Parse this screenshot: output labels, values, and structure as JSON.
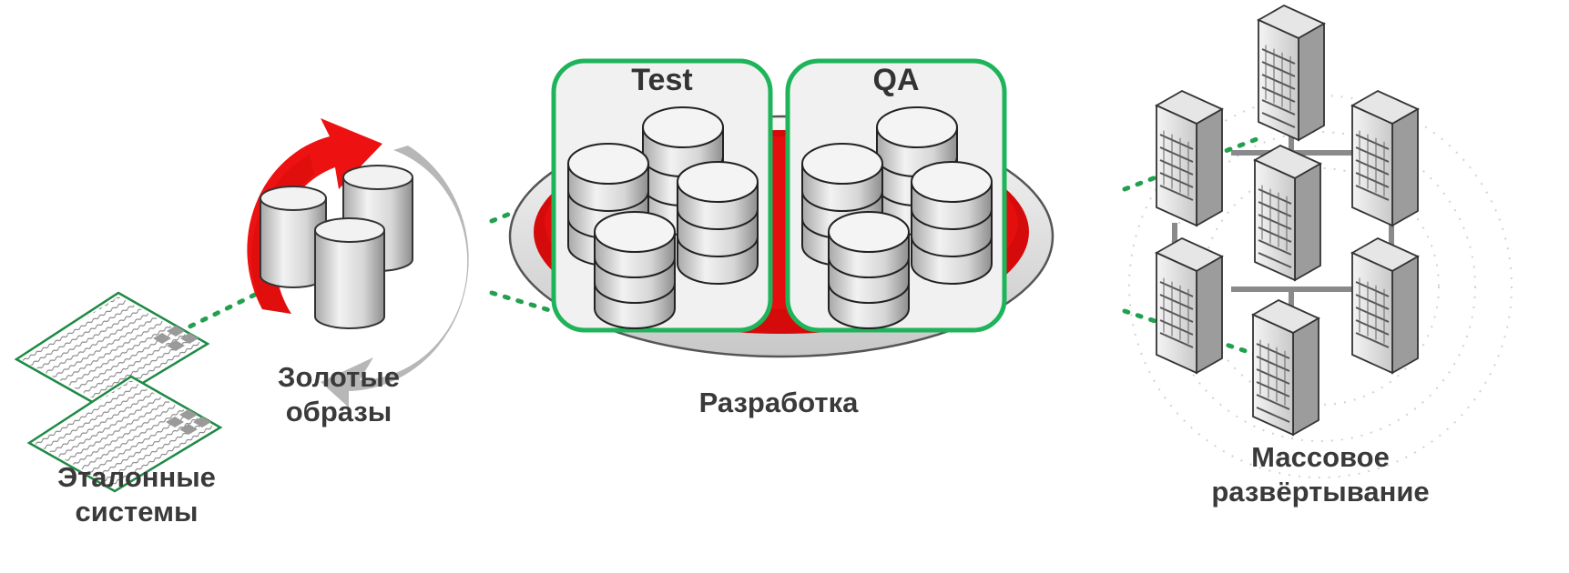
{
  "labels": {
    "reference_systems": [
      "Эталонные",
      "системы"
    ],
    "golden_images": [
      "Золотые",
      "образы"
    ],
    "development": "Разработка",
    "mass_deployment": [
      "Массовое",
      "развёртывание"
    ]
  },
  "panels": [
    {
      "title": "Test"
    },
    {
      "title": "QA"
    }
  ],
  "colors": {
    "accent_red": "#ee1111",
    "panel_border": "#1db45a",
    "connector_dots": "#22a050",
    "arrow_gray": "#b7b7b7",
    "label_text": "#3a3a3a"
  },
  "icons": [
    "blueprint-icon",
    "cycle-arrows-icon",
    "database-icon",
    "server-tower-icon"
  ]
}
